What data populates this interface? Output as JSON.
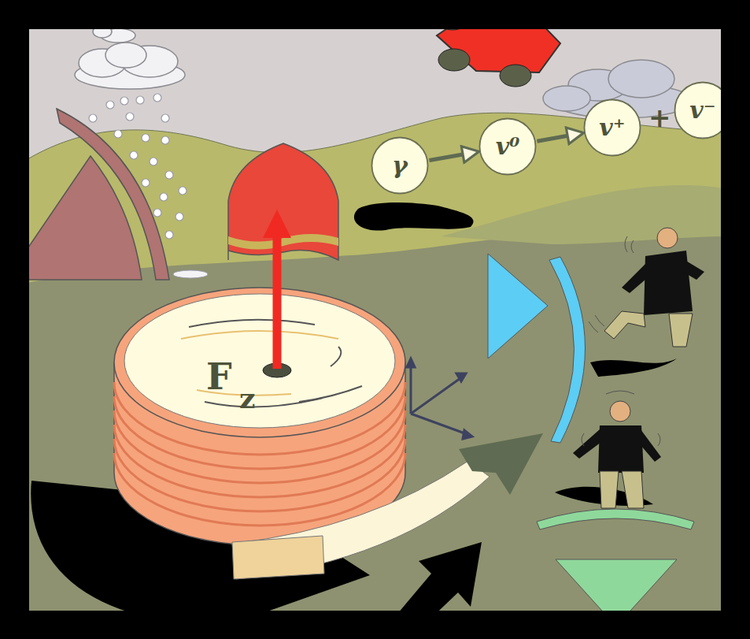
{
  "diagram": {
    "nodes": [
      {
        "text": [
          "γ"
        ]
      },
      {
        "text": [
          "v⁰"
        ]
      },
      {
        "text": [
          "v⁺"
        ]
      },
      {
        "text": [
          "v⁻"
        ]
      }
    ],
    "edges": [
      {
        "from": 0,
        "to": 1,
        "arrow": "to"
      },
      {
        "from": 1,
        "to": 2,
        "arrow": "to"
      }
    ],
    "labels": [
      "F",
      "z",
      "+"
    ]
  }
}
